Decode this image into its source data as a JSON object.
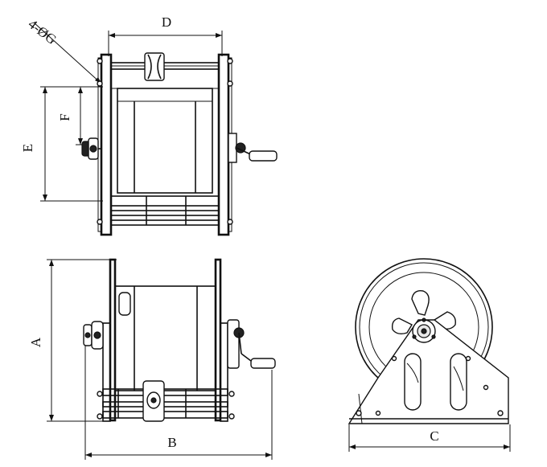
{
  "labels": {
    "d": "D",
    "g": "4-ØG",
    "e": "E",
    "f": "F",
    "a": "A",
    "b": "B",
    "c": "C"
  }
}
